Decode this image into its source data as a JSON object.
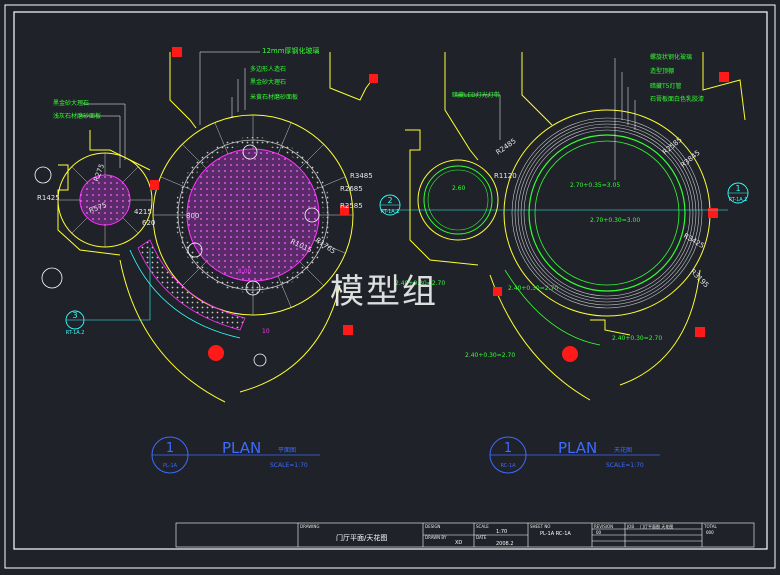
{
  "watermark": "模型组",
  "left_plan": {
    "title": "PLAN",
    "subtitle": "平面图",
    "number": "1",
    "ref": "PL-1A",
    "scale": "SCALE=1:70",
    "callouts": [
      "12mm厚钢化玻璃",
      "多边形人造石",
      "黑金砂大理石",
      "米黄石材磨砂面板",
      "黑金砂大理石",
      "浅灰石材磨砂面板"
    ],
    "dims": [
      "R3485",
      "R2685",
      "R2585",
      "R1015",
      "R1765",
      "R575",
      "R275",
      "R1425",
      "800",
      "4215",
      "620",
      "8.00",
      "10"
    ],
    "section_ref": {
      "number": "3",
      "sheet": "RT-1A.2"
    }
  },
  "right_plan": {
    "title": "PLAN",
    "subtitle": "天花图",
    "number": "1",
    "ref": "RC-1A",
    "scale": "SCALE=1:70",
    "callouts": [
      "暗藏LED灯光灯带",
      "螺旋状钢化玻璃",
      "造型顶棚",
      "暗藏T5灯管",
      "石膏板面白色乳胶漆"
    ],
    "levels": [
      "2.60",
      "2.70+0.35=3.05",
      "2.70+0.30=3.00",
      "2.40+0.30=2.70",
      "2.40+0.30=2.70",
      "2.40+0.30=2.70",
      "2.40+0.30=2.70"
    ],
    "dims": [
      "R2485",
      "R1120",
      "R2585",
      "R3845",
      "R3425",
      "R3195"
    ],
    "section_refs": [
      {
        "number": "2",
        "sheet": "RT-1A.1"
      },
      {
        "number": "1",
        "sheet": "RT-1A.1"
      }
    ]
  },
  "title_block": {
    "drawing_label": "DRAWING",
    "drawing_title": "门厅平面/天花图",
    "design_label": "DESIGN",
    "drawn_label": "DRAWN BY",
    "drawn_by": "XD",
    "scale_label": "SCALE",
    "scale": "1:70",
    "date_label": "DATE",
    "date": "2008.2",
    "sheet_label": "SHEET NO",
    "sheet": "PL-1A RC-1A",
    "revision_label": "REVISION",
    "rev": "00",
    "job_label": "JOB",
    "job": "门厅平面图 天花图",
    "total_label": "TOTAL",
    "total": "000"
  },
  "colors": {
    "background": "#1f2229",
    "yellow": "#ffff33",
    "magenta": "#ff33ff",
    "green": "#33ff33",
    "cyan": "#33ffff",
    "red": "#ff1a1a",
    "blue": "#3d6bff",
    "white": "#ffffff",
    "grey": "#c8c8c8"
  }
}
